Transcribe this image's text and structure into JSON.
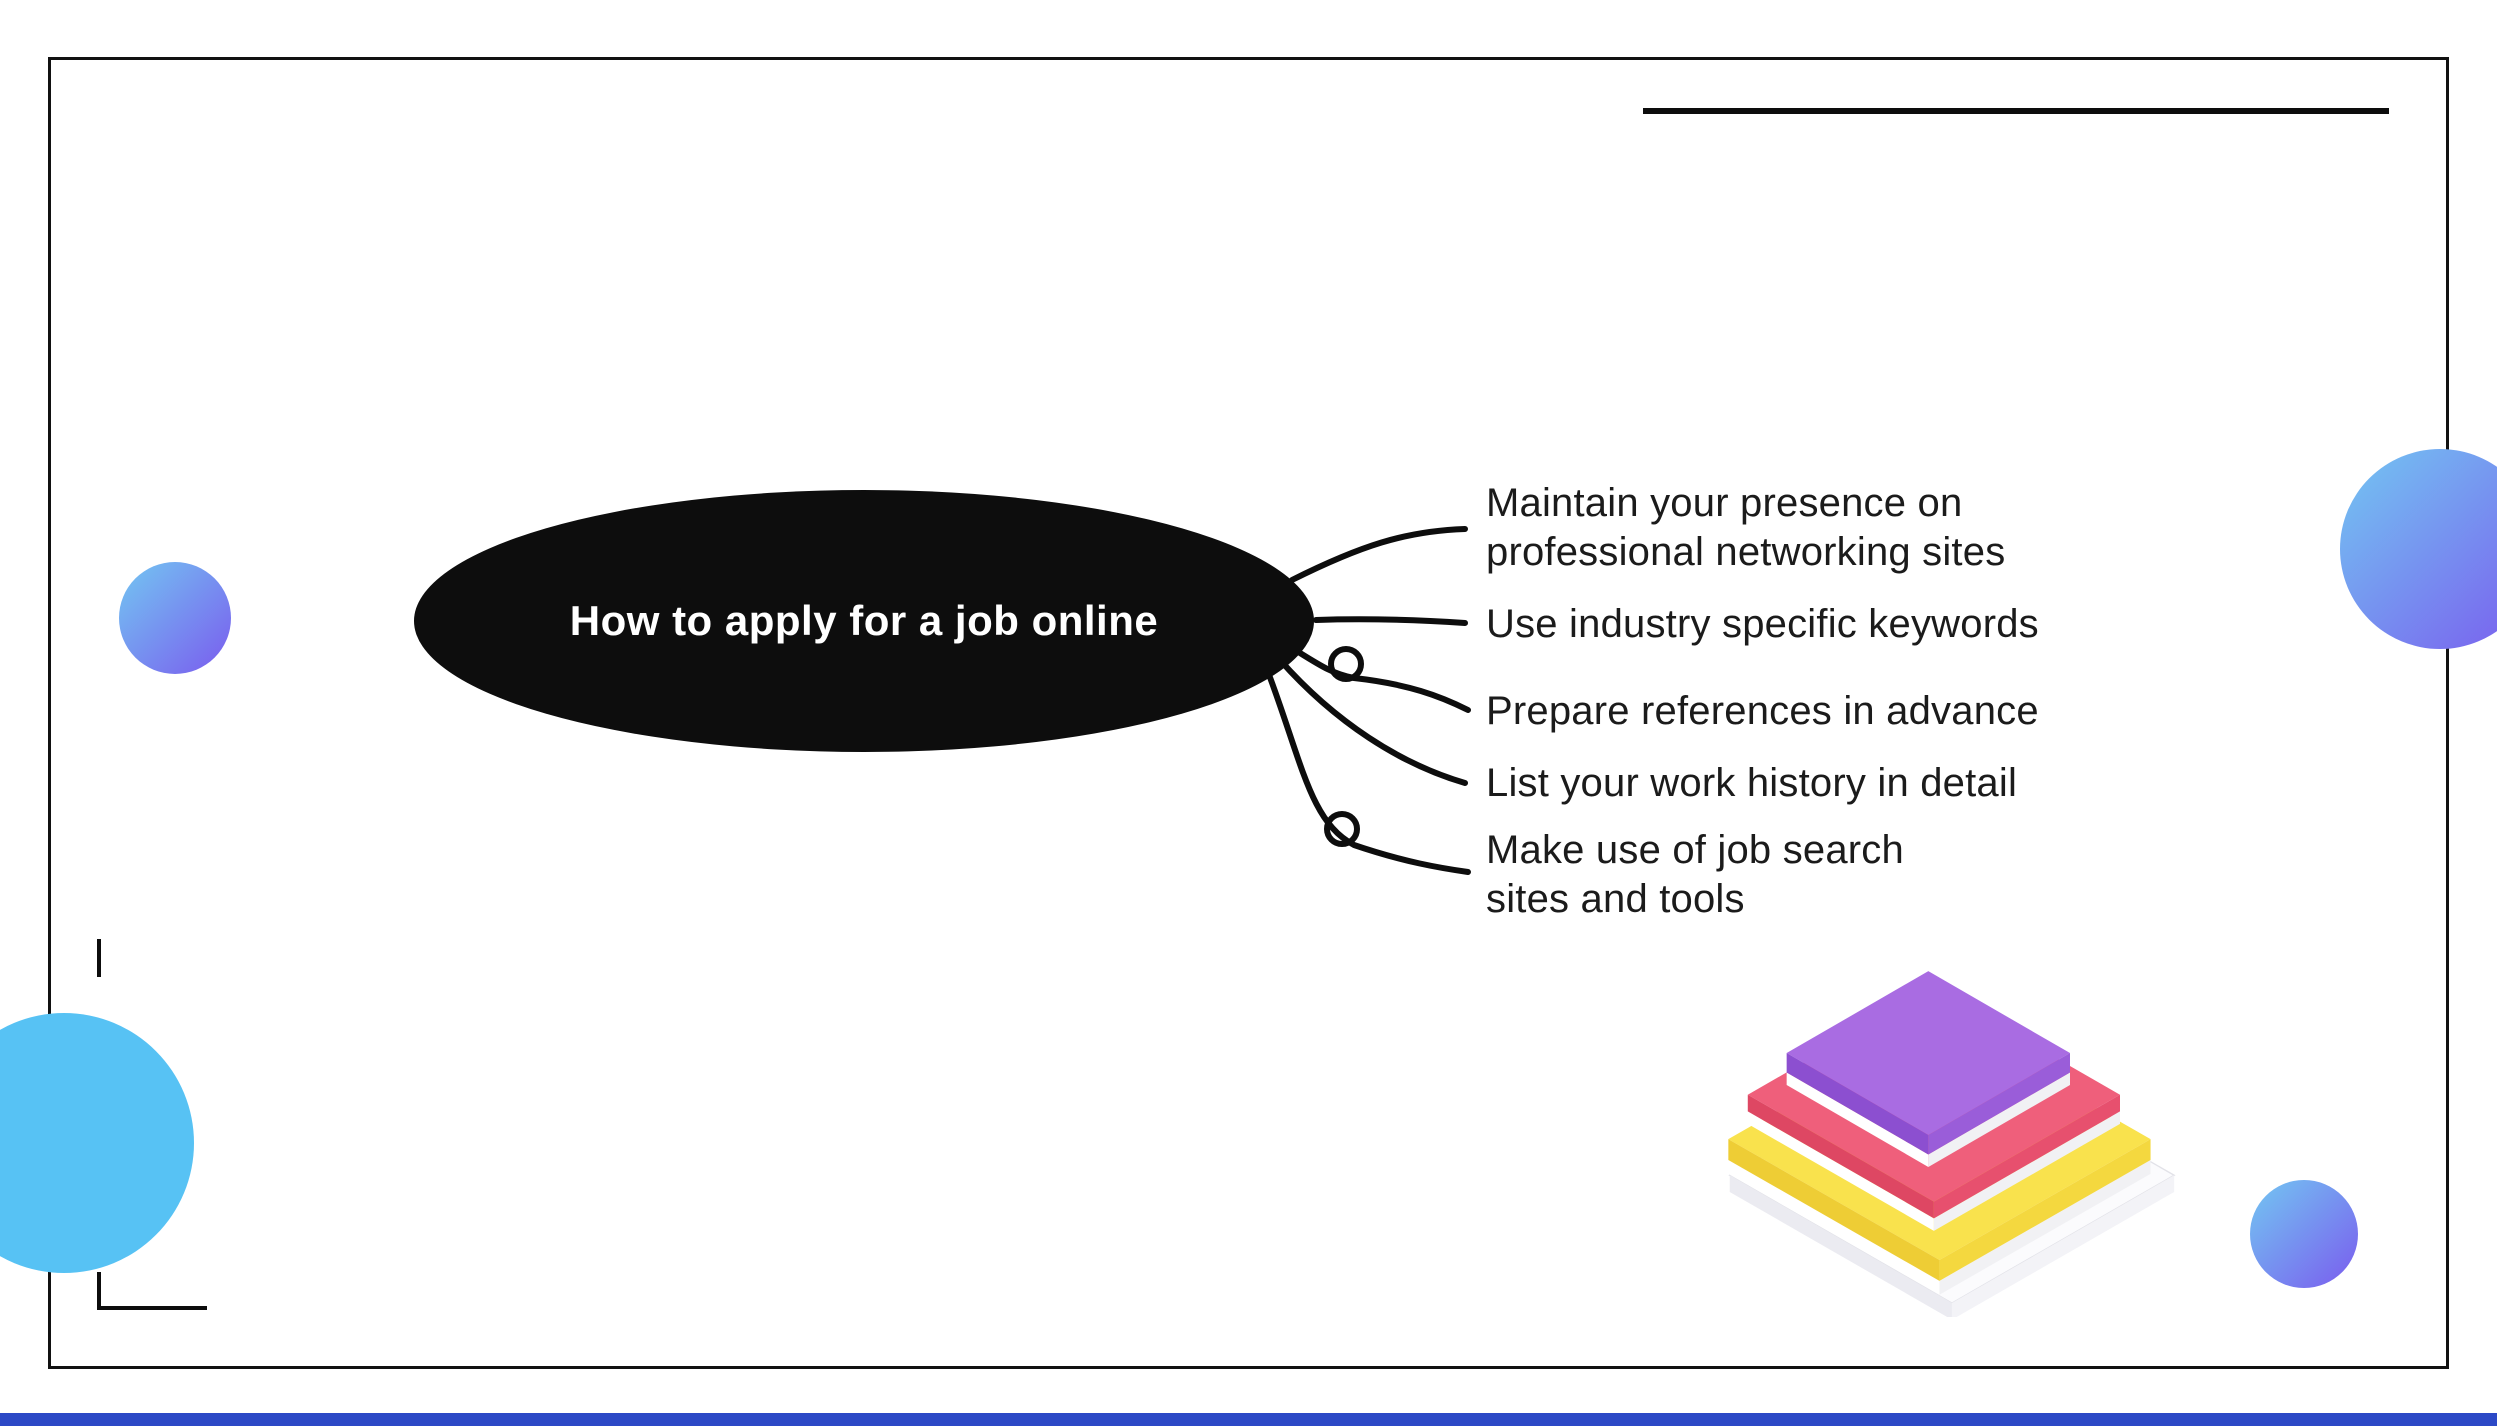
{
  "title": "How to apply for a job online",
  "branches": [
    {
      "label": "Maintain your presence on\nprofessional networking sites"
    },
    {
      "label": "Use industry specific keywords"
    },
    {
      "label": "Prepare references in advance"
    },
    {
      "label": "List your work history in detail"
    },
    {
      "label": "Make use of job search\nsites and tools"
    }
  ],
  "colors": {
    "ellipse_fill": "#0d0d0d",
    "title_text": "#ffffff",
    "item_text": "#1b1b1b",
    "line": "#0d0d0d",
    "bottom_strip": "#2c49c6",
    "flat_circle": "#57c2f4",
    "circle_gradient": "linear-gradient(135deg, #73c7f2 0%, #7a5bee 100%)"
  },
  "illustration": {
    "name": "isometric-books-stack",
    "books": {
      "base": {
        "top": "#fbfbfd",
        "side_left": "#ebebf1",
        "side_right": "#f3f3f7"
      },
      "yellow": {
        "top": "#f9e24d",
        "side_left": "#eecd35",
        "side_right": "#f4d83f",
        "pages": "#ffffff",
        "pages_right": "#f1f1f4"
      },
      "pink": {
        "top": "#ef5f7b",
        "side_left": "#de4763",
        "side_right": "#e7506e",
        "pages": "#ffffff",
        "pages_right": "#f1f1f4"
      },
      "purple": {
        "top": "#a96ce2",
        "side_left": "#8c4fd0",
        "side_right": "#9a5dd9",
        "pages": "#ffffff",
        "pages_right": "#f1f1f4"
      }
    }
  }
}
